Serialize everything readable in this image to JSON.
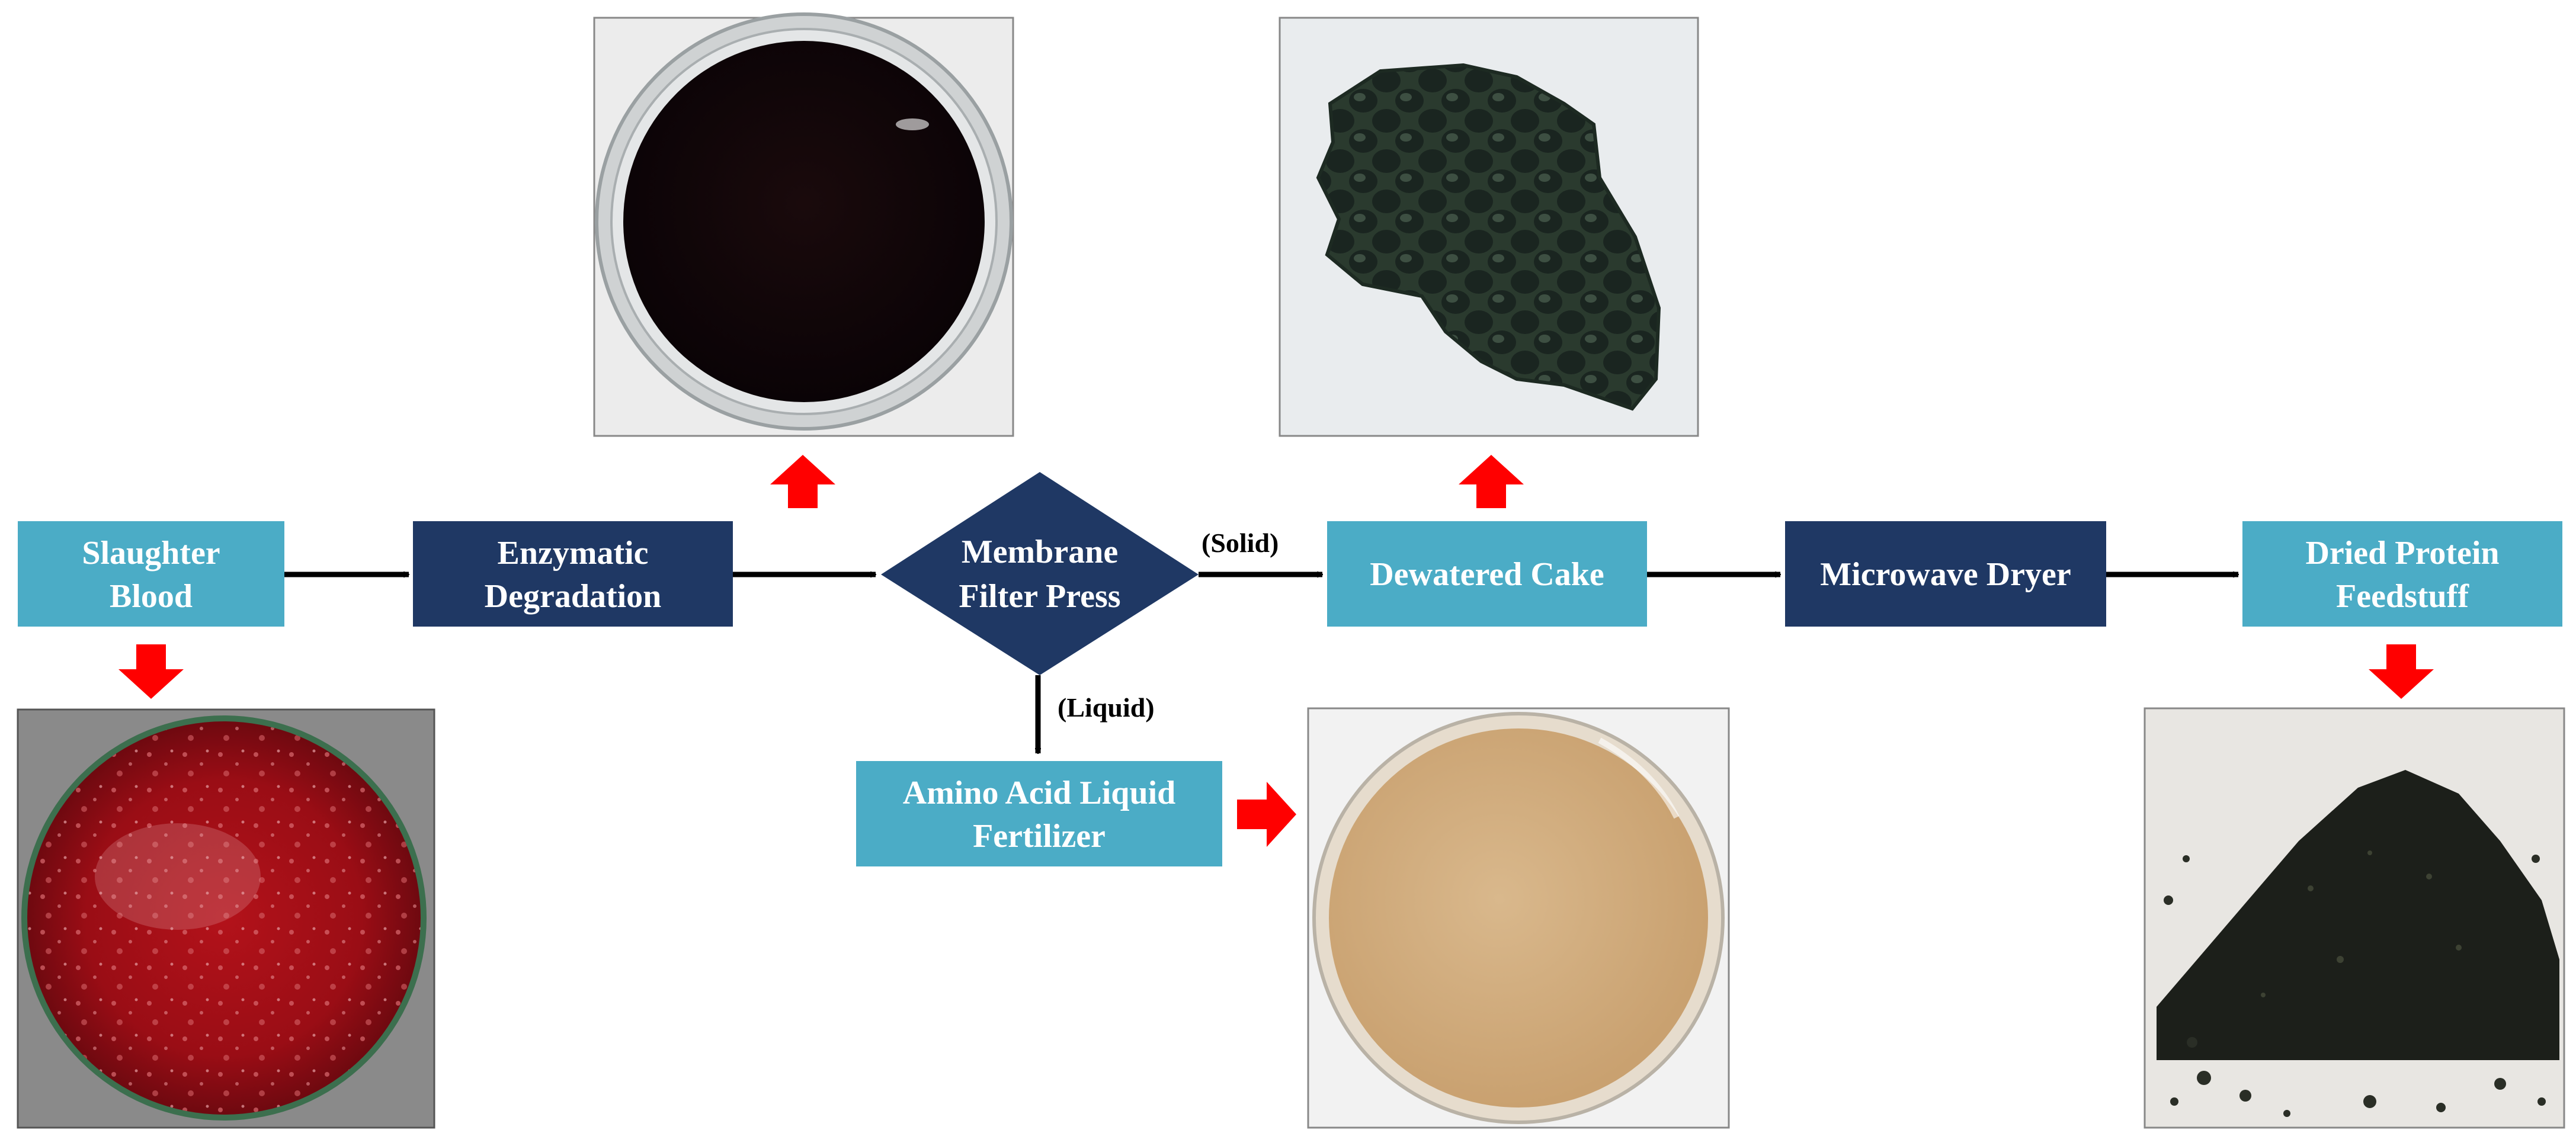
{
  "colors": {
    "light_box": "#4BACC6",
    "dark_box": "#1F3864",
    "arrow": "#000000",
    "red_arrow": "#FF0000"
  },
  "nodes": {
    "slaughter_blood": {
      "line1": "Slaughter",
      "line2": "Blood"
    },
    "enzymatic_degradation": {
      "line1": "Enzymatic",
      "line2": "Degradation"
    },
    "membrane_filter_press": {
      "line1": "Membrane",
      "line2": "Filter Press"
    },
    "dewatered_cake": {
      "line1": "Dewatered Cake"
    },
    "microwave_dryer": {
      "line1": "Microwave Dryer"
    },
    "dried_protein_feedstuff": {
      "line1": "Dried Protein",
      "line2": "Feedstuff"
    },
    "amino_acid_liquid_fertilizer": {
      "line1": "Amino Acid Liquid",
      "line2": "Fertilizer"
    }
  },
  "edges": {
    "solid_label": "(Solid)",
    "liquid_label": "(Liquid)"
  },
  "photos": {
    "slaughter_blood": "photo-slaughter-blood",
    "hydrolysate": "photo-hydrolysate",
    "dewatered_cake": "photo-dewatered-cake",
    "liquid_fertilizer": "photo-liquid-fertilizer",
    "dried_feedstuff": "photo-dried-feedstuff"
  }
}
